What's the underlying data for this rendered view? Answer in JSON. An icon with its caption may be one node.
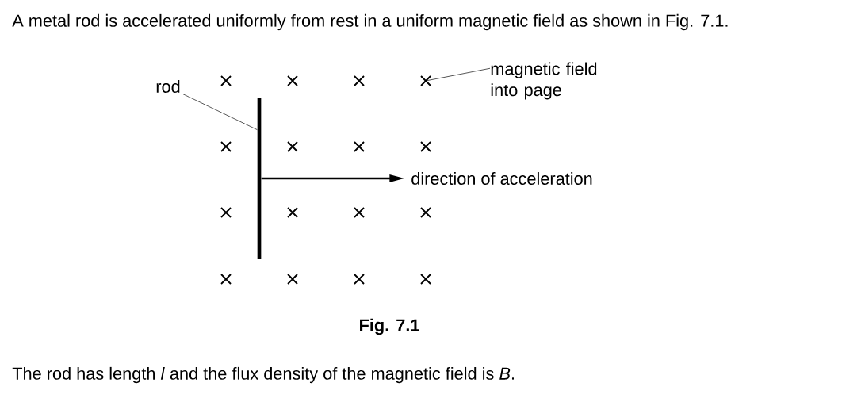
{
  "diagram": {
    "title": "A metal rod is accelerated uniformly from rest in a uniform magnetic field as shown in Fig. 7.1.",
    "caption": "Fig. 7.1",
    "nodes": [
      {
        "text": [
          "rod"
        ]
      },
      {
        "text": [],
        "shape": "bar"
      },
      {
        "text": [
          "magnetic field into page"
        ]
      },
      {
        "text": [],
        "shape": "cross"
      },
      {
        "text": [
          "direction of acceleration"
        ]
      }
    ],
    "edges": [
      {
        "from": 0,
        "to": 1,
        "arrow": "none"
      },
      {
        "from": 2,
        "to": 3,
        "arrow": "none"
      },
      {
        "from": 1,
        "to": 4,
        "arrow": "to",
        "style": "thick"
      }
    ],
    "labels": [
      "The rod has length *l* and the flux density of the magnetic field is *B*."
    ]
  }
}
